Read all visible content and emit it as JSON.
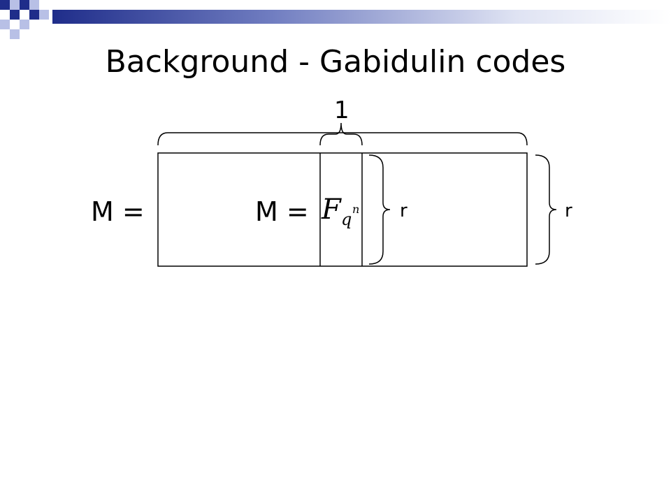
{
  "slide": {
    "title": "Background - Gabidulin codes",
    "colors": {
      "accent_dark": "#1f2d8a",
      "accent_light": "#b8c0e6",
      "bar_gradient_start": "#1f2d8a",
      "bar_gradient_end": "#ffffff"
    }
  },
  "diagram": {
    "matrix_label_outer": "M =",
    "matrix_label_inner": "M =",
    "column_width_label": "1",
    "row_label_inner": "r",
    "row_label_outer": "r",
    "field": {
      "base": "F",
      "subscript": "q",
      "superscript": "n"
    }
  }
}
